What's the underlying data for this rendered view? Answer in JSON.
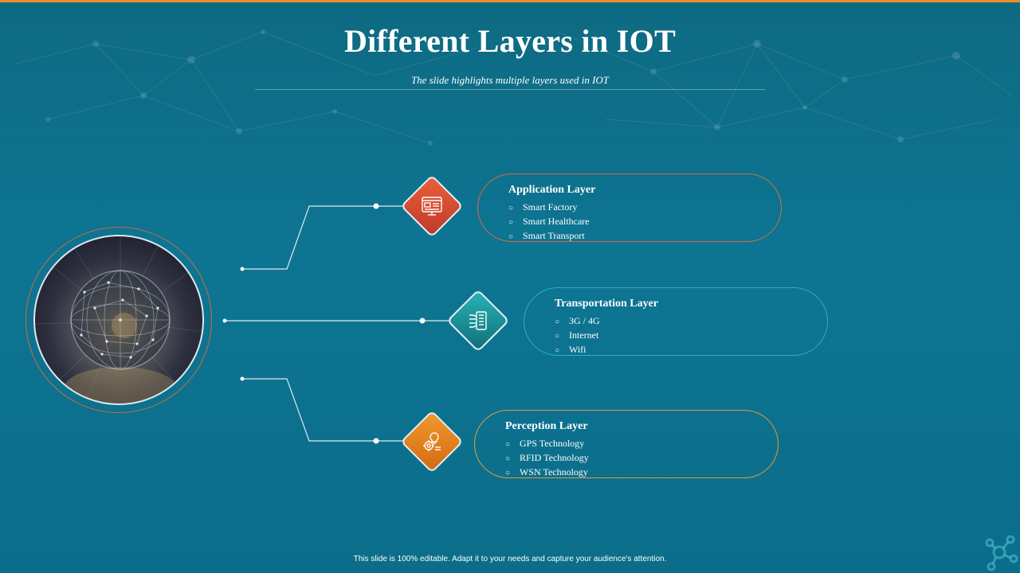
{
  "slide": {
    "title": "Different Layers in IOT",
    "subtitle": "The slide highlights multiple layers used in IOT",
    "footer": "This slide is 100% editable.  Adapt it to your needs and capture your audience's attention."
  },
  "layers": [
    {
      "name": "Application Layer",
      "icon": "web-dashboard-icon",
      "color": "#d9502f",
      "items": [
        "Smart Factory",
        "Smart Healthcare",
        "Smart Transport"
      ]
    },
    {
      "name": "Transportation Layer",
      "icon": "circuit-chip-icon",
      "color": "#1f9ea3",
      "items": [
        "3G / 4G",
        "Internet",
        "Wifi"
      ]
    },
    {
      "name": "Perception Layer",
      "icon": "bulb-gear-icon",
      "color": "#e8842a",
      "items": [
        "GPS Technology",
        "RFID Technology",
        "WSN Technology"
      ]
    }
  ],
  "bullet_glyph": "○",
  "colors": {
    "background": "#0d7593",
    "top_bar": "#e8902e",
    "text": "#ffffff"
  }
}
